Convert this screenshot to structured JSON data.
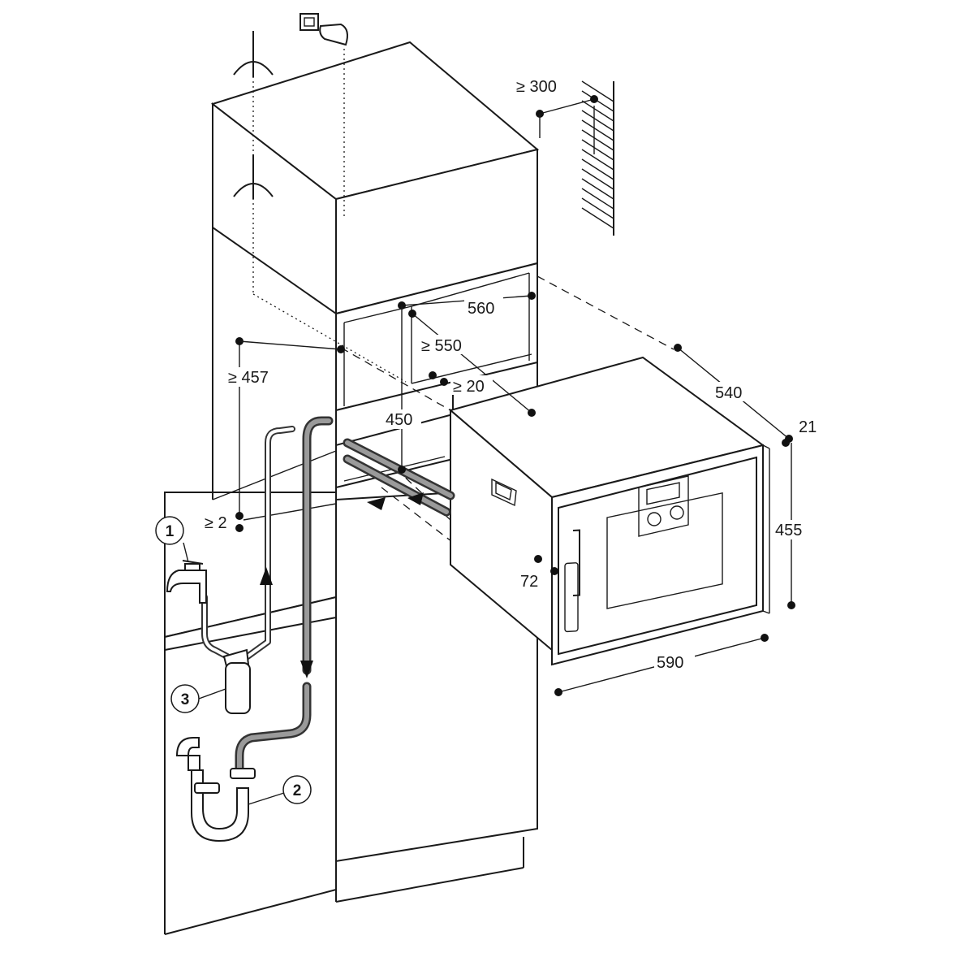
{
  "dimensions": {
    "clearance_top": "≥ 300",
    "niche_width": "560",
    "niche_depth": "≥ 550",
    "niche_gap": "≥ 20",
    "niche_height": "450",
    "side_height": "≥ 457",
    "base_gap": "≥ 2",
    "appliance_depth": "540",
    "front_thickness": "21",
    "appliance_height": "455",
    "handle_offset": "72",
    "appliance_width": "590"
  },
  "callouts": {
    "water_tap": "1",
    "drain_siphon": "2",
    "water_filter": "3"
  },
  "icons": [
    "water-tap-icon",
    "siphon-icon",
    "water-filter-icon",
    "power-socket-icon",
    "flow-arrow-icon"
  ],
  "colors": {
    "line": "#1a1a1a",
    "pipe": "#9a9a9a",
    "background": "#ffffff"
  }
}
